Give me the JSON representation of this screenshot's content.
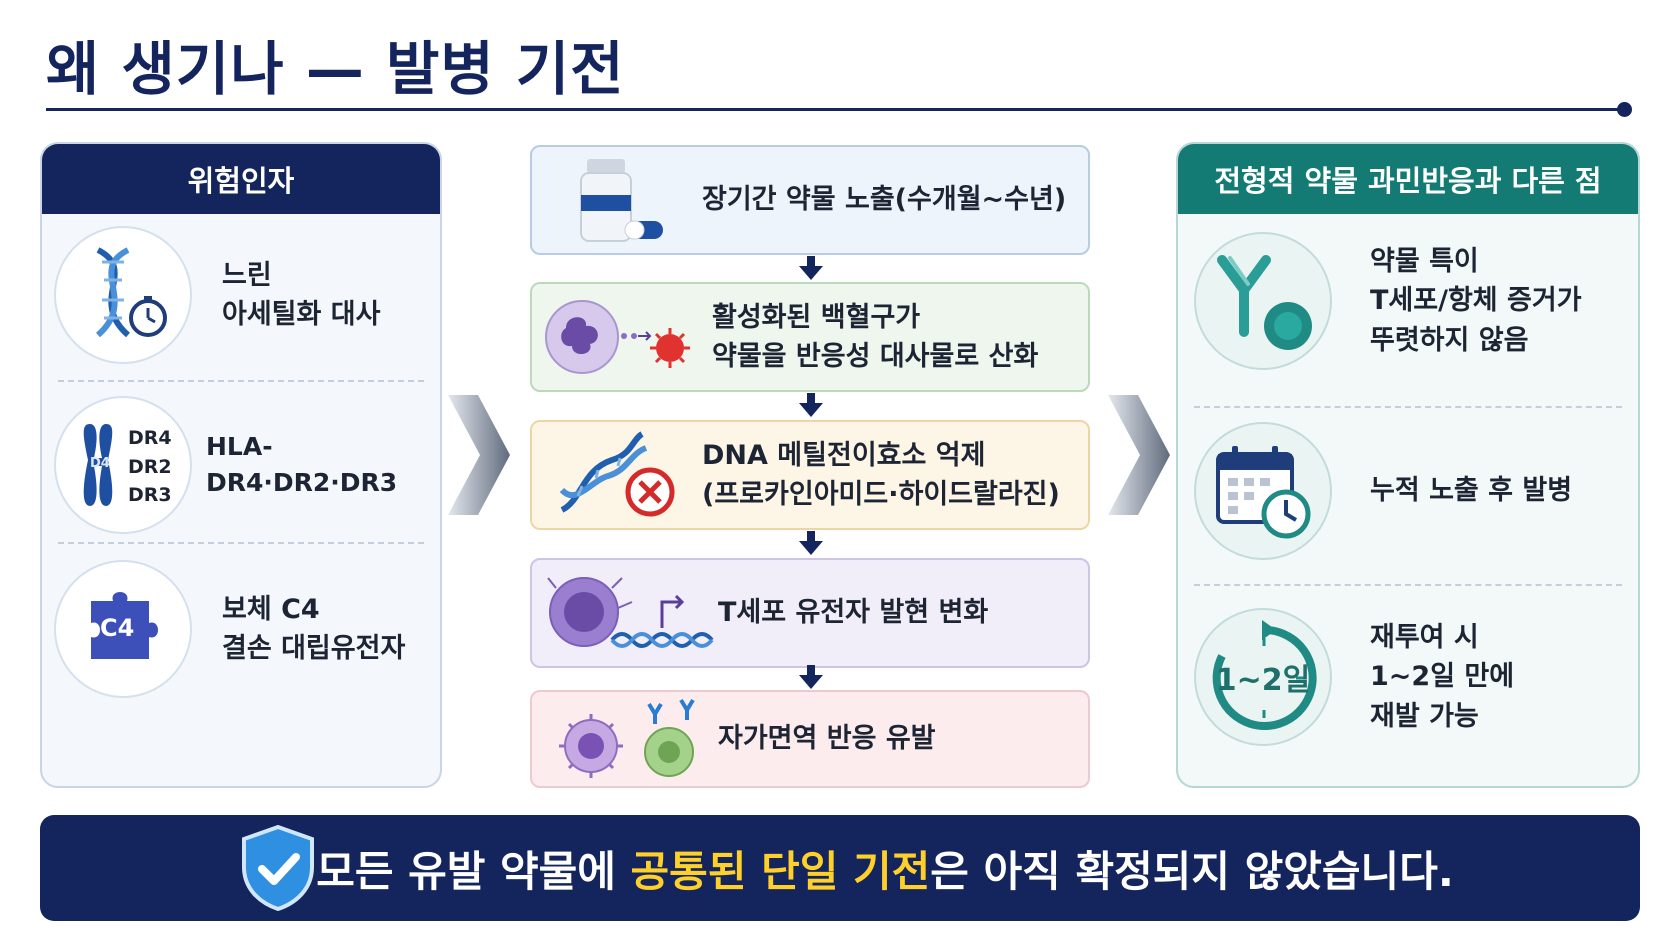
{
  "title": "왜 생기나 — 발병 기전",
  "risk_factors": {
    "header": "위험인자",
    "items": [
      {
        "lines": [
          "느린",
          "아세틸화 대사"
        ],
        "icon": "dna-stopwatch-icon"
      },
      {
        "label": "HLA-DR4·DR2·DR3",
        "chromosome_label": "D4",
        "alleles": [
          "DR4",
          "DR2",
          "DR3"
        ],
        "icon": "chromosome-icon"
      },
      {
        "lines": [
          "보체 C4",
          "결손 대립유전자"
        ],
        "puzzle_label": "C4",
        "icon": "puzzle-icon"
      }
    ]
  },
  "mechanism_flow": [
    {
      "lines": [
        "장기간 약물 노출(수개월~수년)"
      ],
      "icon": "pill-bottle-icon"
    },
    {
      "lines": [
        "활성화된 백혈구가",
        "약물을 반응성 대사물로 산화"
      ],
      "icon": "white-blood-cell-icon"
    },
    {
      "lines": [
        "DNA 메틸전이효소 억제",
        "(프로카인아미드·하이드랄라진)"
      ],
      "icon": "dna-inhibit-icon"
    },
    {
      "lines": [
        "T세포 유전자 발현 변화"
      ],
      "icon": "t-cell-gene-icon"
    },
    {
      "lines": [
        "자가면역 반응 유발"
      ],
      "icon": "autoimmune-cells-icon"
    }
  ],
  "differences": {
    "header": "전형적 약물 과민반응과 다른 점",
    "items": [
      {
        "lines": [
          "약물 특이",
          "T세포/항체 증거가",
          "뚜렷하지 않음"
        ],
        "icon": "antibody-cell-icon"
      },
      {
        "lines": [
          "누적 노출 후 발병"
        ],
        "icon": "calendar-clock-icon"
      },
      {
        "lines": [
          "재투여 시",
          "1~2일 만에",
          "재발 가능"
        ],
        "badge": "1~2일",
        "icon": "cycle-icon"
      }
    ]
  },
  "banner": {
    "before": "모든 유발 약물에 ",
    "highlight": "공통된 단일 기전",
    "after": "은 아직 확정되지 않았습니다.",
    "icon": "shield-check-icon"
  },
  "colors": {
    "navy": "#14245c",
    "teal": "#137a74",
    "highlight": "#ffd02a"
  }
}
